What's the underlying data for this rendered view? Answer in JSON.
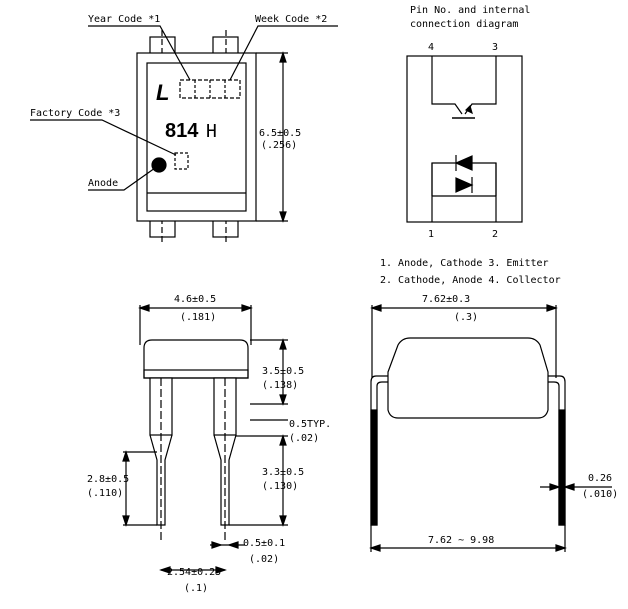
{
  "top_view": {
    "year_code": "Year Code *1",
    "week_code": "Week Code *2",
    "factory_code": "Factory Code *3",
    "anode": "Anode",
    "logo": "L",
    "part_number": "814",
    "suffix": "H",
    "height_dim": "6.5±0.5",
    "height_dim_in": "(.256)"
  },
  "pin_diagram": {
    "title_line1": "Pin No. and internal",
    "title_line2": "connection diagram",
    "pin4": "4",
    "pin3": "3",
    "pin1": "1",
    "pin2": "2",
    "legend_line1": "1. Anode, Cathode  3. Emitter",
    "legend_line2": "2. Cathode, Anode  4. Collector"
  },
  "front_view": {
    "width_dim": "4.6±0.5",
    "width_dim_in": "(.181)",
    "body_h": "3.5±0.5",
    "body_h_in": "(.138)",
    "lead_t": "0.5TYP.",
    "lead_t_in": "(.02)",
    "lead_len": "3.3±0.5",
    "lead_len_in": "(.130)",
    "left_dim": "2.8±0.5",
    "left_dim_in": "(.110)",
    "lead_w": "0.5±0.1",
    "lead_w_in": "(.02)",
    "pitch": "2.54±0.25",
    "pitch_in": "(.1)"
  },
  "side_view": {
    "width_dim": "7.62±0.3",
    "width_dim_in": "(.3)",
    "thick": "0.26",
    "thick_in": "(.010)",
    "span": "7.62 ~ 9.98"
  }
}
